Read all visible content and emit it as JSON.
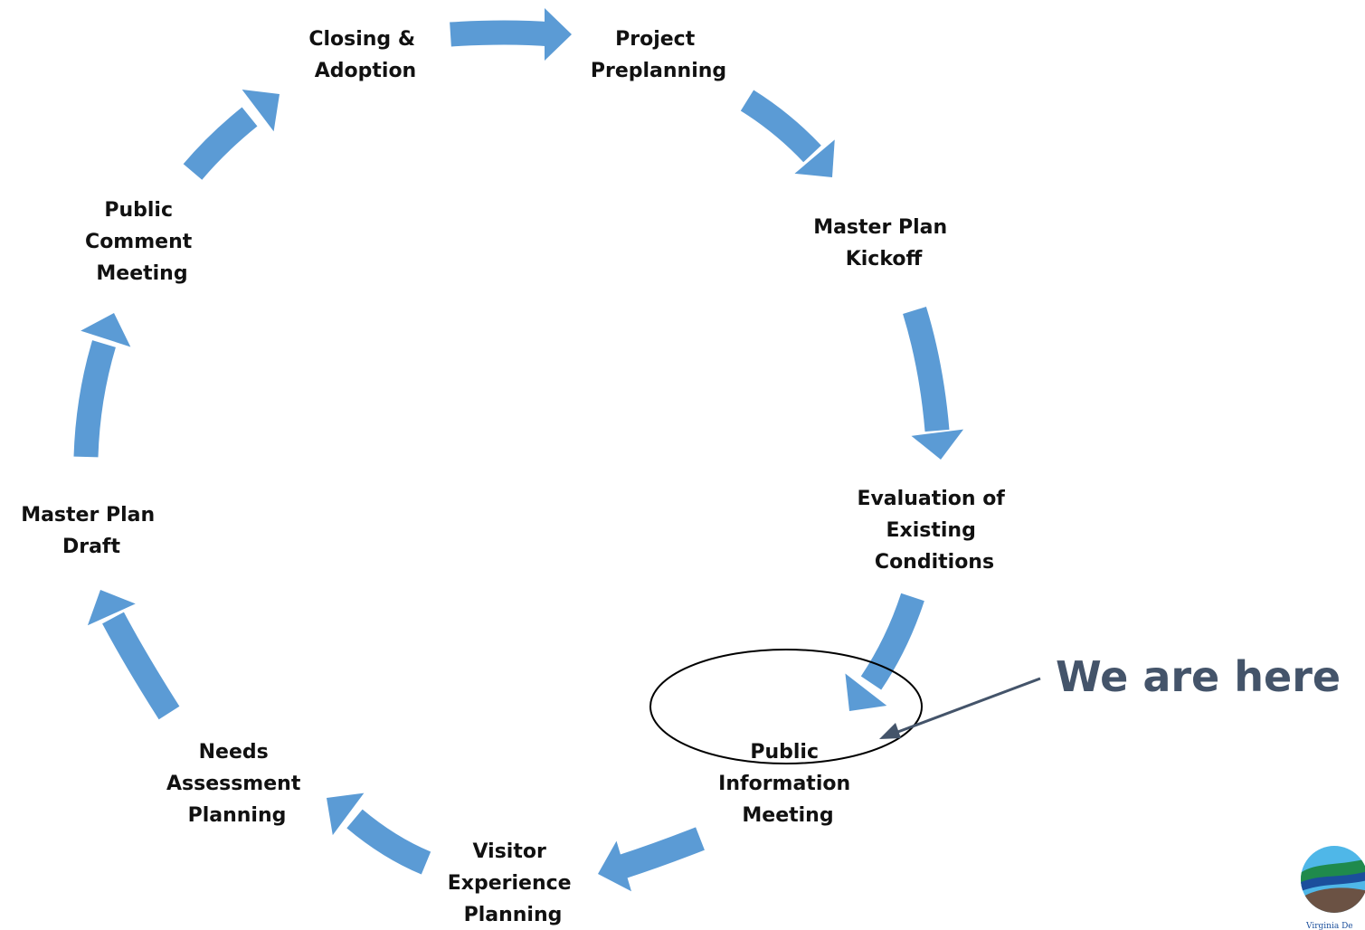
{
  "colors": {
    "arrow": "#5b9bd5",
    "text": "#111111",
    "callout": "#44546a",
    "logo_sky": "#4fb7e8",
    "logo_green": "#1f8a4c",
    "logo_blue": "#1b4f9c",
    "logo_earth": "#6b5244"
  },
  "stages": [
    {
      "id": "project-preplanning",
      "lines": [
        "Project",
        "Preplanning"
      ]
    },
    {
      "id": "master-plan-kickoff",
      "lines": [
        "Master Plan",
        "Kickoff"
      ]
    },
    {
      "id": "evaluation-existing-conditions",
      "lines": [
        "Evaluation of",
        "Existing",
        "Conditions"
      ]
    },
    {
      "id": "public-information-meeting",
      "lines": [
        "Public",
        "Information",
        "Meeting"
      ],
      "highlighted": true
    },
    {
      "id": "visitor-experience-planning",
      "lines": [
        "Visitor",
        "Experience",
        "Planning"
      ]
    },
    {
      "id": "needs-assessment-planning",
      "lines": [
        "Needs",
        "Assessment",
        "Planning"
      ]
    },
    {
      "id": "master-plan-draft",
      "lines": [
        "Master Plan",
        "Draft"
      ]
    },
    {
      "id": "public-comment-meeting",
      "lines": [
        "Public",
        "Comment",
        "Meeting"
      ]
    },
    {
      "id": "closing-adoption",
      "lines": [
        "Closing &",
        "Adoption"
      ]
    }
  ],
  "callout": {
    "text": "We are here",
    "target": "public-information-meeting"
  },
  "logo": {
    "caption": "Virginia De",
    "icon": "landscape-logo-icon"
  }
}
